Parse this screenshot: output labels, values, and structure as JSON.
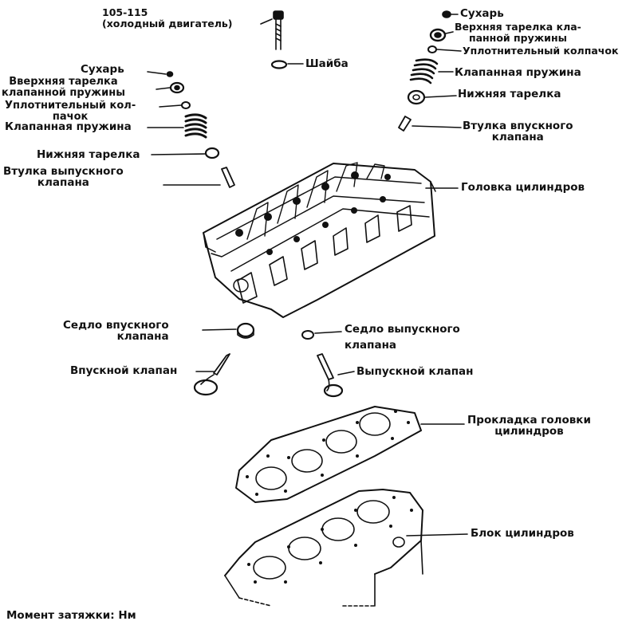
{
  "torque_spec": {
    "line1": "105-115",
    "line2": "(холодный двигатель)"
  },
  "labels": {
    "washer": "Шайба",
    "right_keeper": "Сухарь",
    "right_upper_retainer": {
      "line1": "Верхняя тарелка кла-",
      "line2": "панной пружины"
    },
    "right_seal": "Уплотнительный колпачок",
    "right_spring": "Клапанная пружина",
    "right_lower_seat": "Нижняя тарелка",
    "intake_guide": {
      "line1": "Втулка впускного",
      "line2": "клапана"
    },
    "cylinder_head": "Головка цилиндров",
    "left_keeper": "Сухарь",
    "left_upper_retainer": {
      "line1": "Вверхняя тарелка",
      "line2": "клапанной пружины"
    },
    "left_seal": {
      "line1": "Уплотнительный кол-",
      "line2": "пачок"
    },
    "left_spring": "Клапанная пружина",
    "left_lower_seat": "Нижняя тарелка",
    "exhaust_guide": {
      "line1": "Втулка выпускного",
      "line2": "клапана"
    },
    "intake_seat": {
      "line1": "Седло впускного",
      "line2": "клапана"
    },
    "exhaust_seat": {
      "line1": "Седло выпускного",
      "line2": "клапана"
    },
    "intake_valve": "Впускной клапан",
    "exhaust_valve": "Выпускной клапан",
    "head_gasket": {
      "line1": "Прокладка головки",
      "line2": "цилиндров"
    },
    "cylinder_block": "Блок цилиндров"
  },
  "footer": {
    "torque_units": "Момент затяжки: Нм"
  }
}
